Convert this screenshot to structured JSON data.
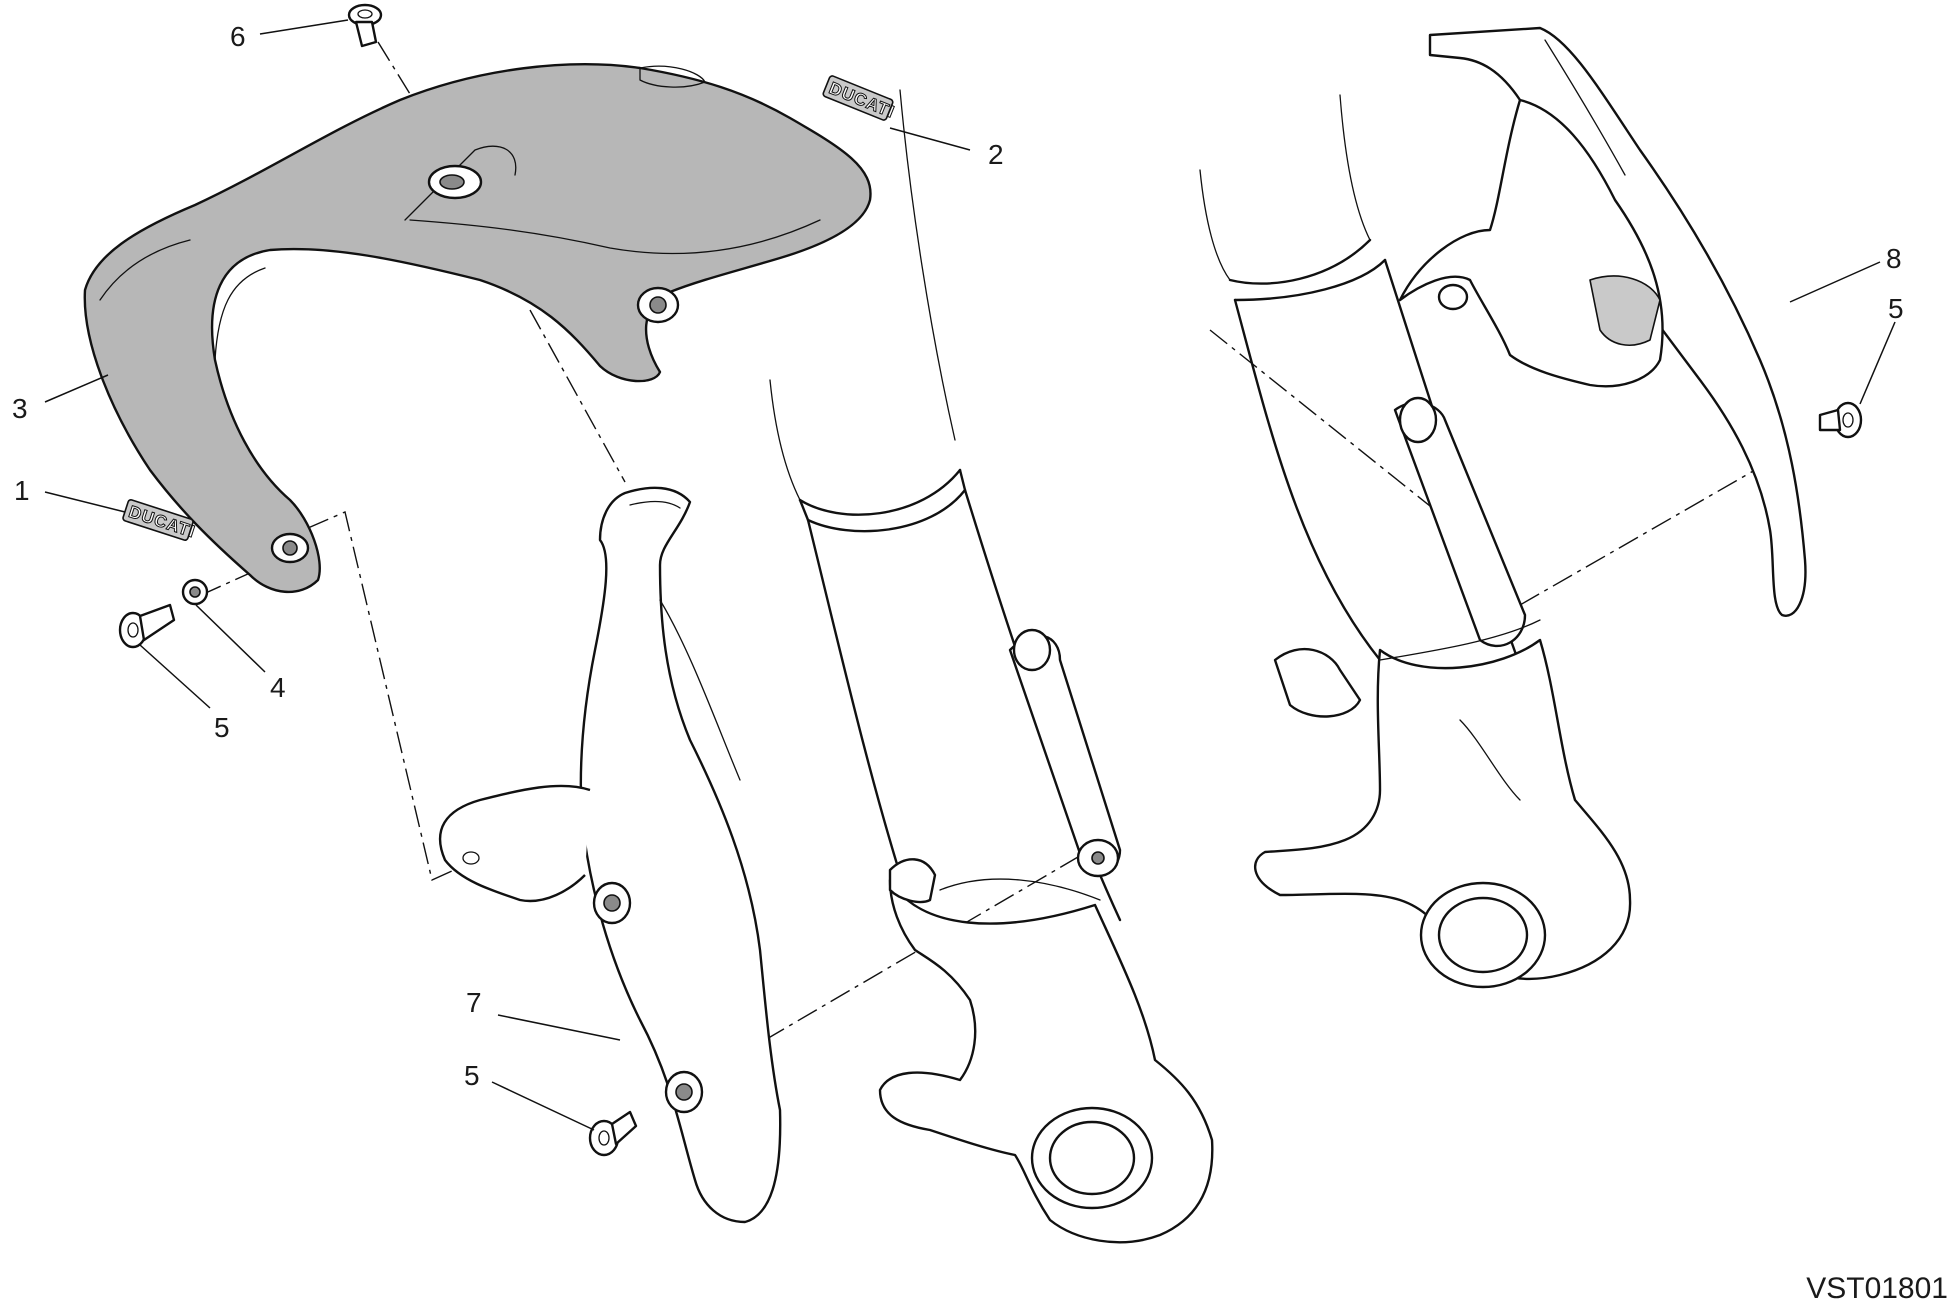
{
  "drawing_id": "VST01801",
  "decal_wordmark": "DUCATI",
  "callouts": [
    {
      "id": "callout-6-top",
      "label": "6"
    },
    {
      "id": "callout-2",
      "label": "2"
    },
    {
      "id": "callout-3",
      "label": "3"
    },
    {
      "id": "callout-1",
      "label": "1"
    },
    {
      "id": "callout-4",
      "label": "4"
    },
    {
      "id": "callout-5-left",
      "label": "5"
    },
    {
      "id": "callout-7",
      "label": "7"
    },
    {
      "id": "callout-5-bottom",
      "label": "5"
    },
    {
      "id": "callout-8",
      "label": "8"
    },
    {
      "id": "callout-5-right",
      "label": "5"
    }
  ]
}
